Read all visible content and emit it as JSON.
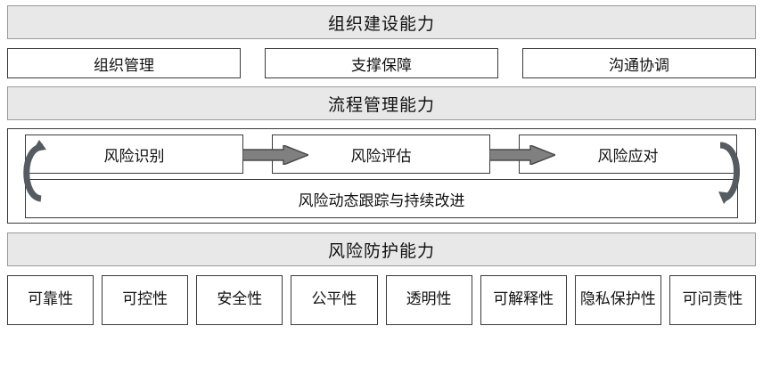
{
  "sections": [
    {
      "title": "组织建设能力",
      "items": [
        "组织管理",
        "支撑保障",
        "沟通协调"
      ]
    },
    {
      "title": "流程管理能力",
      "items": [
        "风险识别",
        "风险评估",
        "风险应对"
      ],
      "footer": "风险动态跟踪与持续改进",
      "arrow_icon": "right-arrow-icon",
      "loop_left_icon": "loop-arrow-left-icon",
      "loop_right_icon": "loop-arrow-right-icon"
    },
    {
      "title": "风险防护能力",
      "items": [
        "可靠性",
        "可控性",
        "安全性",
        "公平性",
        "透明性",
        "可解释性",
        "隐私保护性",
        "可问责性"
      ]
    }
  ],
  "colors": {
    "band_fill": "#e8e8e8",
    "band_border": "#9a9a9a",
    "box_border": "#3a3a3a",
    "arrow_fill": "#808080",
    "arrow_stroke": "#4a4a4a",
    "page_background": "#ffffff",
    "text": "#111111"
  }
}
